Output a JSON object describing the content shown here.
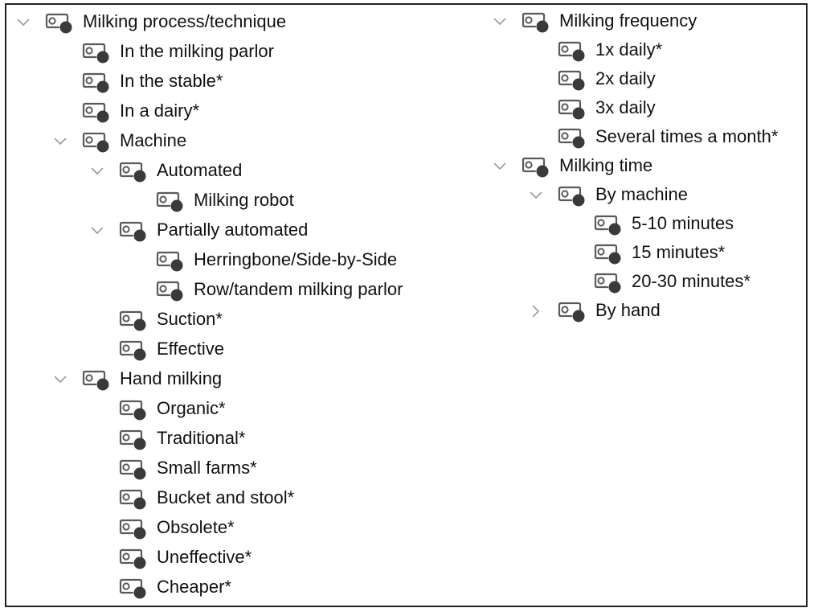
{
  "colors": {
    "text": "#111111",
    "chevron": "#9a9a9a",
    "icon_stroke": "#5a5a5a",
    "icon_dot": "#3a3a3a",
    "border": "#222222"
  },
  "icons": {
    "expanded": "chevron-down-icon",
    "collapsed": "chevron-right-icon",
    "node": "code-tag-icon"
  },
  "tree_left": [
    {
      "label": "Milking process/technique",
      "depth": 0,
      "state": "expanded"
    },
    {
      "label": "In the milking parlor",
      "depth": 1,
      "state": "leaf"
    },
    {
      "label": "In the stable*",
      "depth": 1,
      "state": "leaf"
    },
    {
      "label": "In a dairy*",
      "depth": 1,
      "state": "leaf"
    },
    {
      "label": "Machine",
      "depth": 1,
      "state": "expanded"
    },
    {
      "label": "Automated",
      "depth": 2,
      "state": "expanded"
    },
    {
      "label": "Milking robot",
      "depth": 3,
      "state": "leaf"
    },
    {
      "label": "Partially automated",
      "depth": 2,
      "state": "expanded"
    },
    {
      "label": "Herringbone/Side-by-Side",
      "depth": 3,
      "state": "leaf"
    },
    {
      "label": "Row/tandem milking parlor",
      "depth": 3,
      "state": "leaf"
    },
    {
      "label": "Suction*",
      "depth": 2,
      "state": "leaf"
    },
    {
      "label": "Effective",
      "depth": 2,
      "state": "leaf"
    },
    {
      "label": "Hand milking",
      "depth": 1,
      "state": "expanded"
    },
    {
      "label": "Organic*",
      "depth": 2,
      "state": "leaf"
    },
    {
      "label": "Traditional*",
      "depth": 2,
      "state": "leaf"
    },
    {
      "label": "Small farms*",
      "depth": 2,
      "state": "leaf"
    },
    {
      "label": "Bucket and stool*",
      "depth": 2,
      "state": "leaf"
    },
    {
      "label": "Obsolete*",
      "depth": 2,
      "state": "leaf"
    },
    {
      "label": "Uneffective*",
      "depth": 2,
      "state": "leaf"
    },
    {
      "label": "Cheaper*",
      "depth": 2,
      "state": "leaf"
    }
  ],
  "tree_right": [
    {
      "label": "Milking frequency",
      "depth": 0,
      "state": "expanded"
    },
    {
      "label": "1x daily*",
      "depth": 1,
      "state": "leaf"
    },
    {
      "label": "2x daily",
      "depth": 1,
      "state": "leaf"
    },
    {
      "label": "3x daily",
      "depth": 1,
      "state": "leaf"
    },
    {
      "label": "Several times a month*",
      "depth": 1,
      "state": "leaf"
    },
    {
      "label": "Milking time",
      "depth": 0,
      "state": "expanded"
    },
    {
      "label": "By machine",
      "depth": 1,
      "state": "expanded"
    },
    {
      "label": "5-10 minutes",
      "depth": 2,
      "state": "leaf"
    },
    {
      "label": "15 minutes*",
      "depth": 2,
      "state": "leaf"
    },
    {
      "label": "20-30 minutes*",
      "depth": 2,
      "state": "leaf"
    },
    {
      "label": "By hand",
      "depth": 1,
      "state": "collapsed"
    }
  ]
}
